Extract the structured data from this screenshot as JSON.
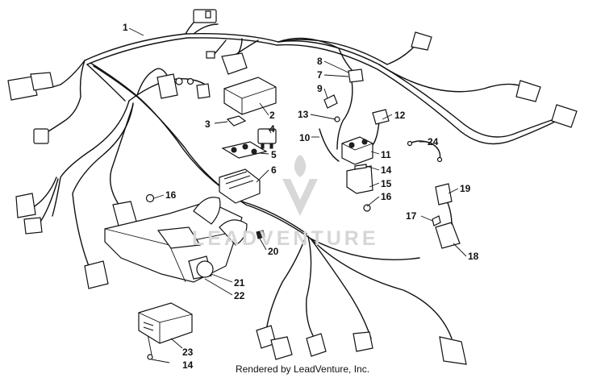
{
  "watermark": {
    "text": "LEADVENTURE"
  },
  "footer": {
    "credit": "Rendered by LeadVenture, Inc."
  },
  "callouts": {
    "c1": "1",
    "c2": "2",
    "c3": "3",
    "c4": "4",
    "c5": "5",
    "c6": "6",
    "c7": "7",
    "c8": "8",
    "c9": "9",
    "c10": "10",
    "c11": "11",
    "c12": "12",
    "c13": "13",
    "c14a": "14",
    "c14b": "14",
    "c15": "15",
    "c16a": "16",
    "c16b": "16",
    "c17": "17",
    "c18": "18",
    "c19": "19",
    "c20": "20",
    "c21": "21",
    "c22": "22",
    "c23": "23",
    "c24": "24"
  }
}
